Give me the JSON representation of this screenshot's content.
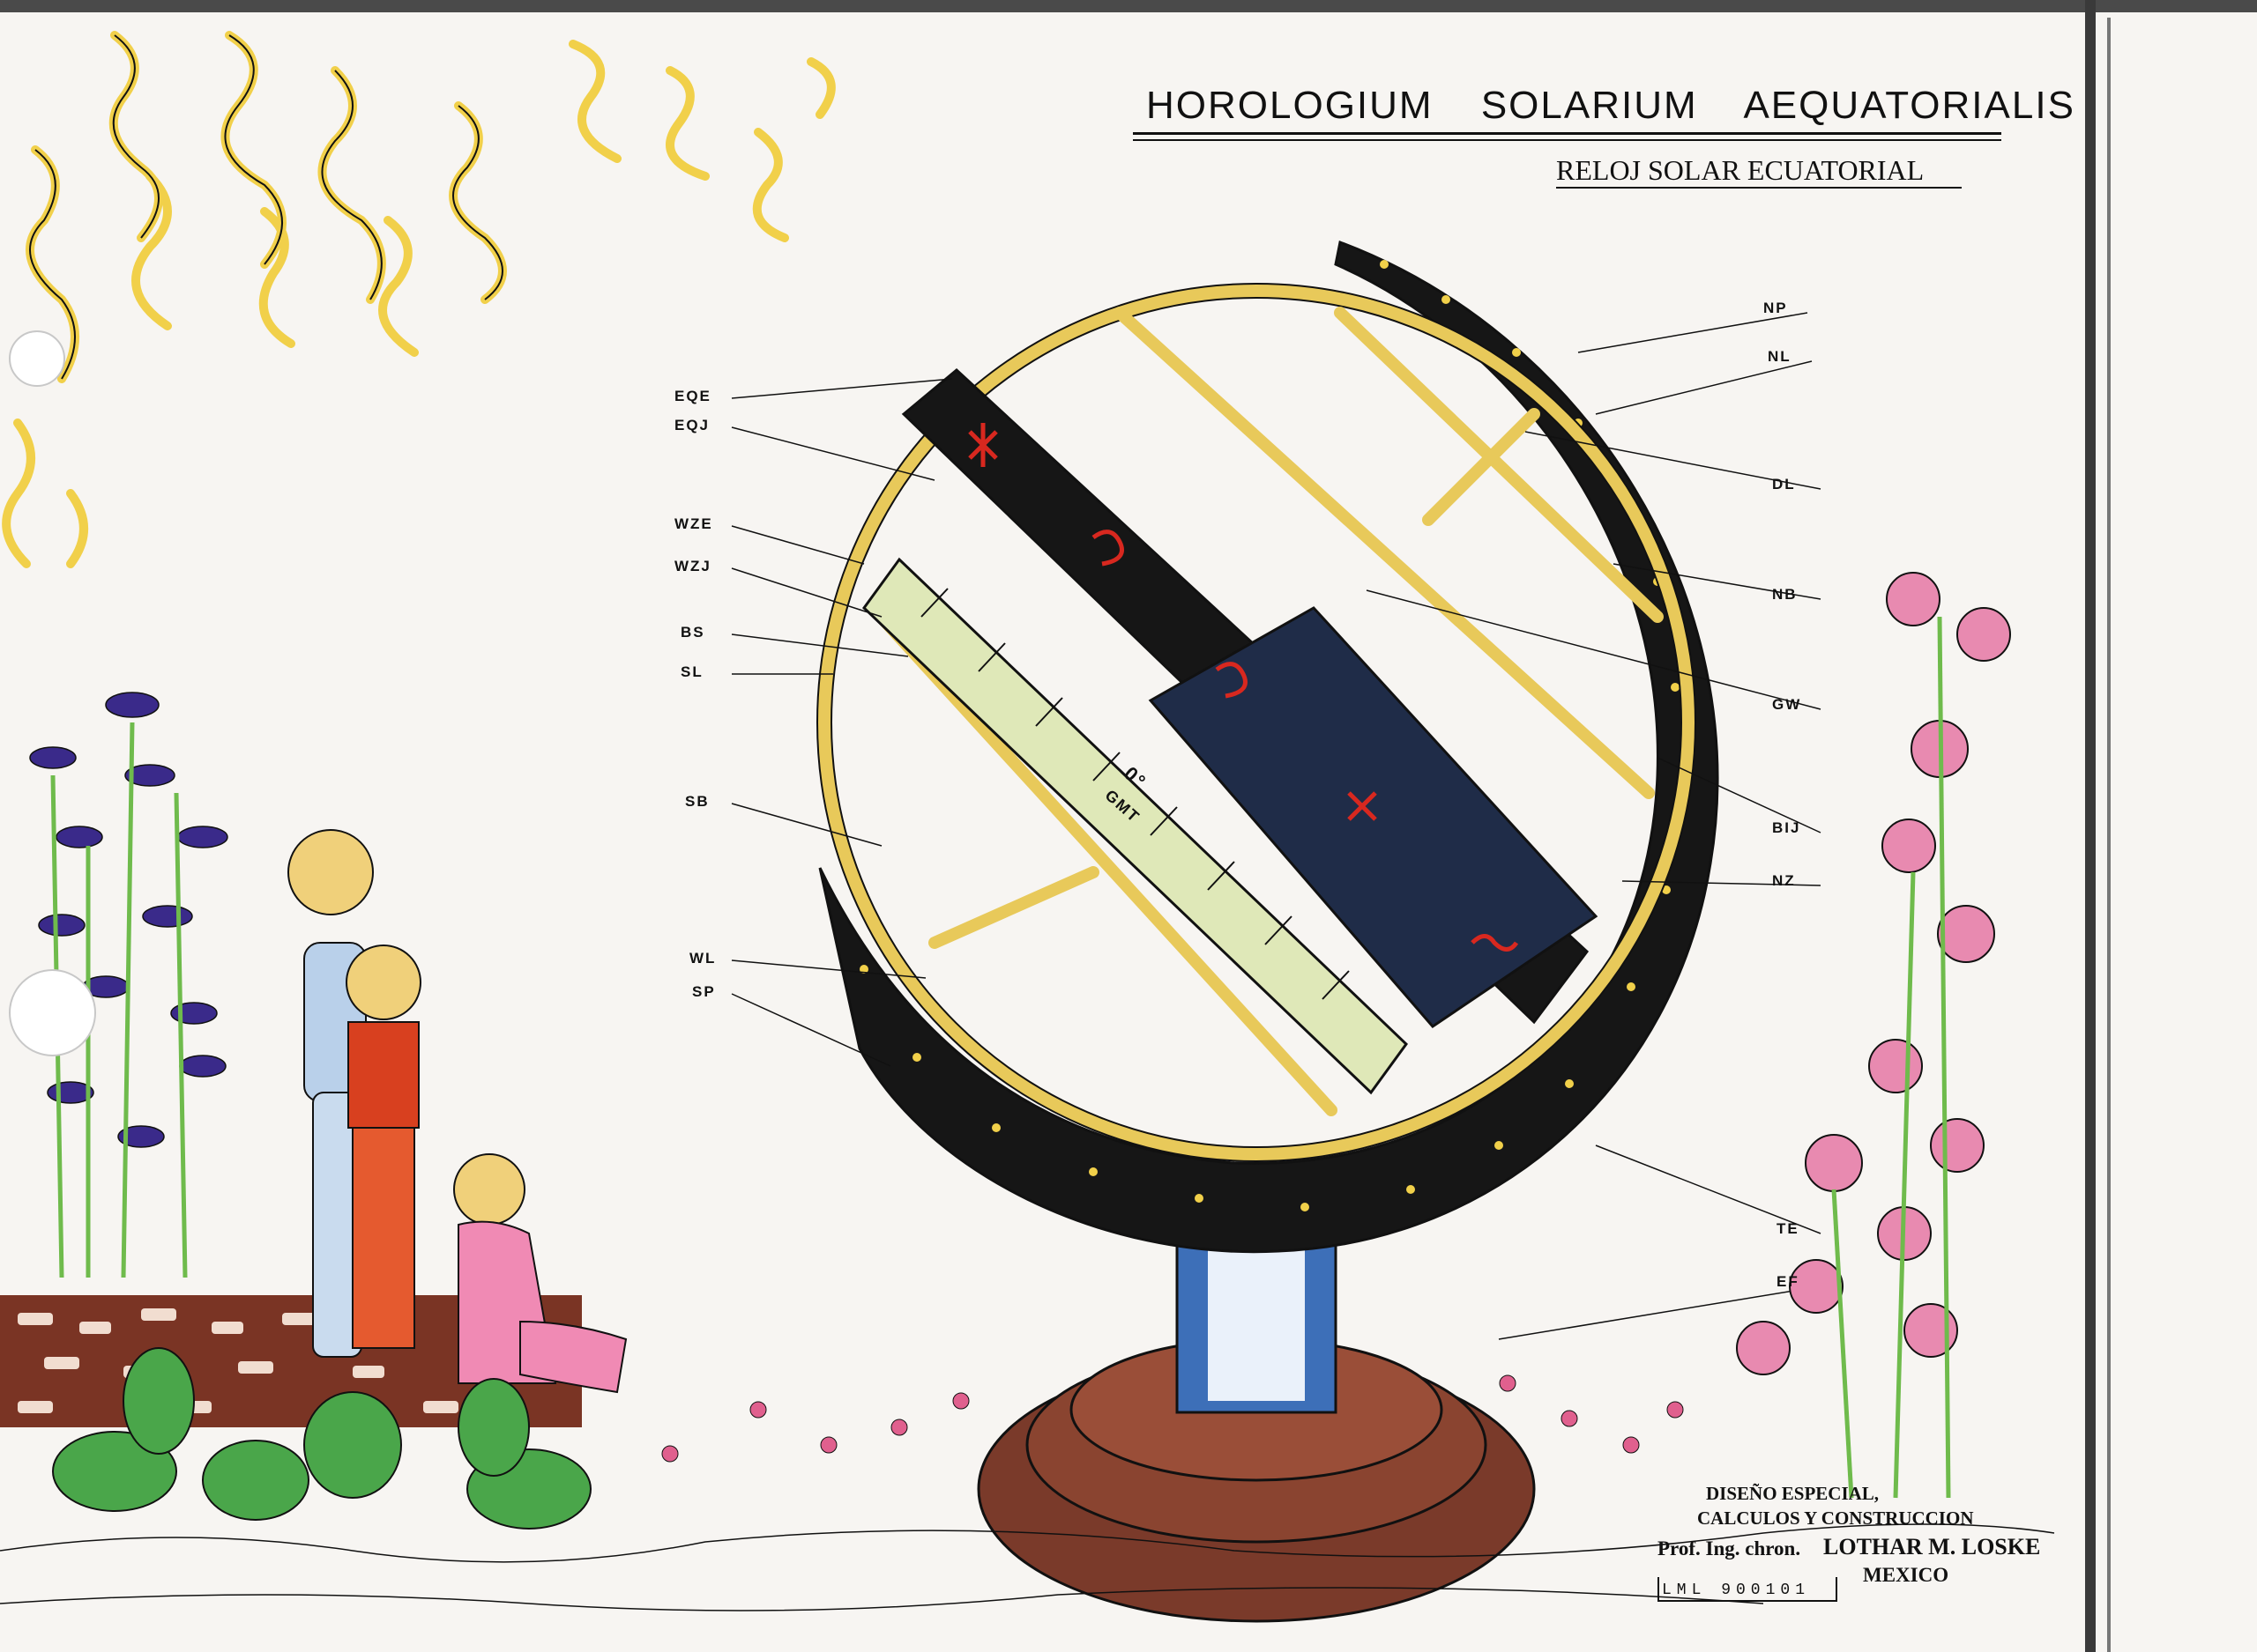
{
  "title": {
    "words": [
      "HOROLOGIUM",
      "SOLARIUM",
      "AEQUATORIALIS"
    ],
    "subtitle": "RELOJ SOLAR  ECUATORIAL"
  },
  "dial_text": {
    "degree": "0°",
    "gmt": "GMT"
  },
  "labels_left": {
    "eqe": "EQE",
    "eqj": "EQJ",
    "wze": "WZE",
    "wzj": "WZJ",
    "bs": "BS",
    "sl": "SL",
    "sb": "SB",
    "wl": "WL",
    "sp": "SP"
  },
  "labels_right": {
    "np": "NP",
    "nl": "NL",
    "dl": "DL",
    "nb": "NB",
    "gw": "GW",
    "bij": "BIJ",
    "nz": "NZ",
    "te": "TE",
    "ef": "EF"
  },
  "credits": {
    "line1": "DISEÑO ESPECIAL,",
    "line2": "CALCULOS Y CONSTRUCCION",
    "line3_prefix": "Prof. Ing. chron.",
    "line3_name": "LOTHAR M. LOSKE",
    "line4": "MEXICO",
    "code": "LML 900101"
  },
  "colors": {
    "paper": "#f7f5f2",
    "ring_gold": "#e8c95a",
    "arc_black": "#161616",
    "plinth_blue": "#3d6fb8",
    "scale_green": "#dfe8b8",
    "sun_yellow": "#f1d04a",
    "brick_brown": "#6e2a1c",
    "flower_pink": "#e0608e",
    "flower_violet": "#3a2a8a",
    "foliage_green": "#4aa64a"
  }
}
